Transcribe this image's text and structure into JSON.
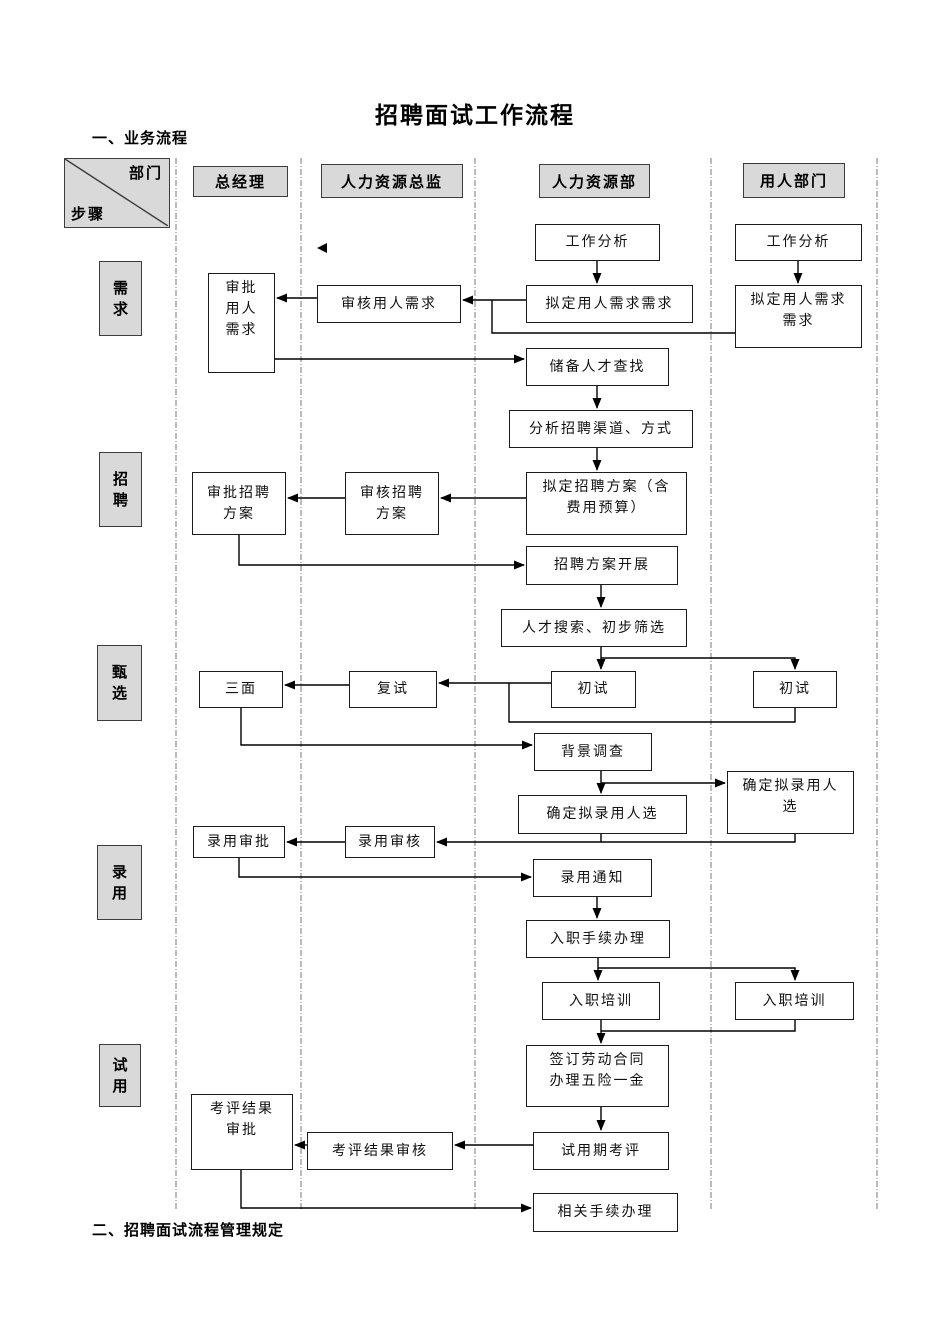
{
  "page": {
    "title": "招聘面试工作流程",
    "section_business": "一、业务流程",
    "section_rules": "二、招聘面试流程管理规定"
  },
  "matrix": {
    "corner_top": "部门",
    "corner_bottom": "步骤"
  },
  "lanes": [
    {
      "label": "总经理"
    },
    {
      "label": "人力资源总监"
    },
    {
      "label": "人力资源部"
    },
    {
      "label": "用人部门"
    }
  ],
  "phases": [
    {
      "label": "需求"
    },
    {
      "label": "招聘"
    },
    {
      "label": "甄选"
    },
    {
      "label": "录用"
    },
    {
      "label": "试用"
    }
  ],
  "nodes": {
    "job_analysis_hr": {
      "label": "工作分析"
    },
    "job_analysis_dept": {
      "label": "工作分析"
    },
    "draft_demand_hr": {
      "label": "拟定用人需求需求"
    },
    "draft_demand_dept": {
      "label": "拟定用人需求\n需求"
    },
    "review_demand": {
      "label": "审核用人需求"
    },
    "approve_demand": {
      "label": "审批\n用人\n需求"
    },
    "talent_search": {
      "label": "储备人才查找"
    },
    "analyze_channels": {
      "label": "分析招聘渠道、方式"
    },
    "draft_plan": {
      "label": "拟定招聘方案（含\n费用预算）"
    },
    "review_plan": {
      "label": "审核招聘\n方案"
    },
    "approve_plan": {
      "label": "审批招聘\n方案"
    },
    "plan_execute": {
      "label": "招聘方案开展"
    },
    "search_screen": {
      "label": "人才搜索、初步筛选"
    },
    "first_interview_hr": {
      "label": "初试"
    },
    "first_interview_dept": {
      "label": "初试"
    },
    "second_interview": {
      "label": "复试"
    },
    "third_interview": {
      "label": "三面"
    },
    "background_check": {
      "label": "背景调查"
    },
    "confirm_candidates_hr": {
      "label": "确定拟录用人选"
    },
    "confirm_candidates_dept": {
      "label": "确定拟录用人\n选"
    },
    "hire_review": {
      "label": "录用审核"
    },
    "hire_approve": {
      "label": "录用审批"
    },
    "hire_notice": {
      "label": "录用通知"
    },
    "onboarding": {
      "label": "入职手续办理"
    },
    "training_hr": {
      "label": "入职培训"
    },
    "training_dept": {
      "label": "入职培训"
    },
    "contract": {
      "label": "签订劳动合同\n办理五险一金"
    },
    "probation_eval": {
      "label": "试用期考评"
    },
    "eval_review": {
      "label": "考评结果审核"
    },
    "eval_approve": {
      "label": "考评结果\n审批"
    },
    "final_procedures": {
      "label": "相关手续办理"
    }
  },
  "colors": {
    "header_fill": "#d9d9d9",
    "box_border": "#1c1c1c",
    "line": "#000000",
    "lane_divider": "#7a7a7a"
  }
}
